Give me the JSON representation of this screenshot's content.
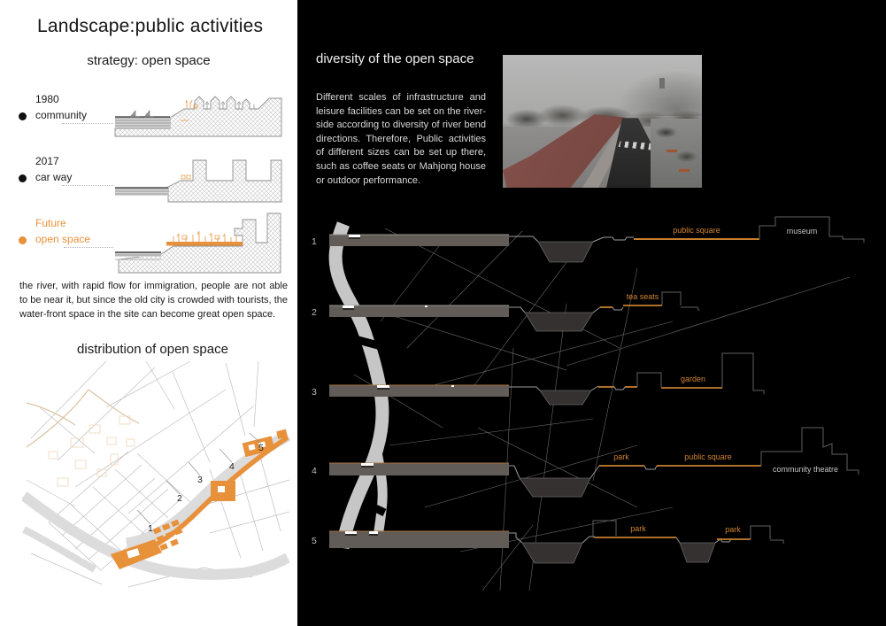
{
  "colors": {
    "accent_orange": "#e8913b",
    "section_label_orange": "#cf8433",
    "bar_gray": "#615c58",
    "river_gray": "#c6c6c6",
    "right_bg": "#000000",
    "left_bg": "#ffffff"
  },
  "left": {
    "title": "Landscape:public activities",
    "strategy_heading": "strategy: open space",
    "timeline": [
      {
        "year": "1980",
        "label": "community",
        "bullet_color": "#111111"
      },
      {
        "year": "2017",
        "label": "car way",
        "bullet_color": "#111111"
      },
      {
        "year": "Future",
        "label": "open space",
        "bullet_color": "#e8913b"
      }
    ],
    "paragraph": "the river, with rapid flow for immigration, people are not able to be near it, but  since the old city is crowded with tourists, the water-front space in the site can become great open space.",
    "distribution_heading": "distribution of open space",
    "map_markers": [
      "1",
      "2",
      "3",
      "4",
      "5"
    ]
  },
  "right": {
    "heading": "diversity of the open space",
    "paragraph": "Different scales of infrastructure and leisure facilities can be set on the river-side according to diversity of river bend directions. Therefore, Public activities of different sizes can be set up there, such as coffee seats or Mahjong house or outdoor performance.",
    "sections": [
      {
        "num": "1",
        "area_labels": [
          "public square"
        ],
        "building_labels": [
          "museum"
        ]
      },
      {
        "num": "2",
        "area_labels": [
          "tea seats"
        ],
        "building_labels": []
      },
      {
        "num": "3",
        "area_labels": [
          "garden"
        ],
        "building_labels": []
      },
      {
        "num": "4",
        "area_labels": [
          "park",
          "public square"
        ],
        "building_labels": [
          "community theatre"
        ]
      },
      {
        "num": "5",
        "area_labels": [
          "park",
          "park"
        ],
        "building_labels": []
      }
    ]
  }
}
